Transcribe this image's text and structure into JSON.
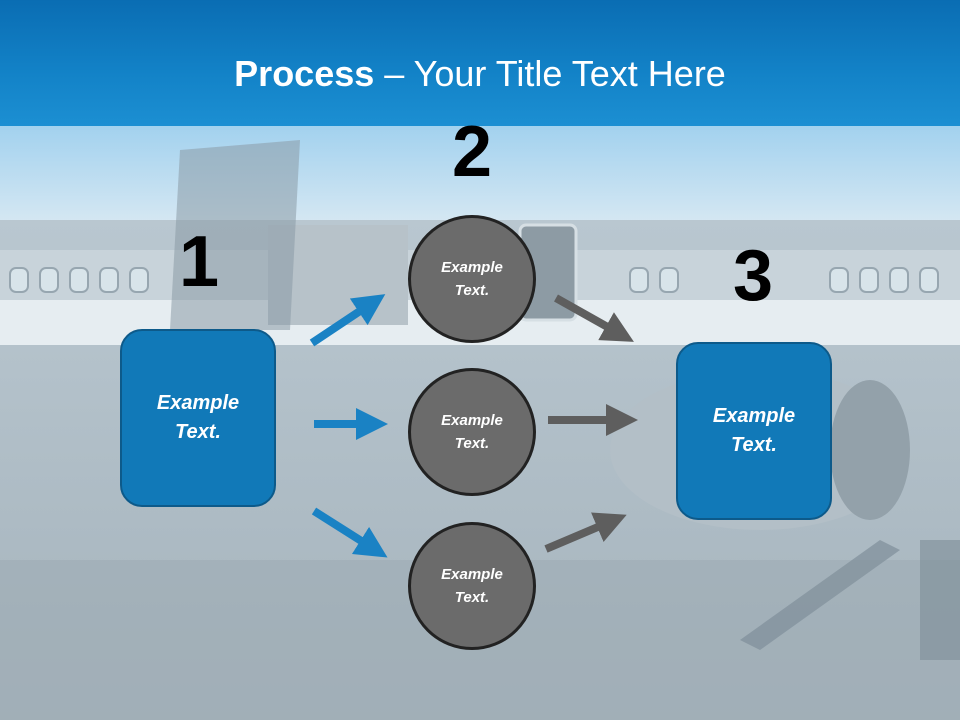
{
  "title": {
    "bold": "Process",
    "rest": " – Your Title Text Here"
  },
  "steps": [
    {
      "number": "1",
      "label": "Example Text."
    },
    {
      "number": "2",
      "label": "Example Text."
    },
    {
      "number": "3",
      "label": "Example Text."
    }
  ],
  "circles": [
    {
      "label": "Example Text."
    },
    {
      "label": "Example Text."
    },
    {
      "label": "Example Text."
    }
  ],
  "colors": {
    "title_band": "#1383c8",
    "box_fill": "#1179b8",
    "circle_fill": "#6b6b6b",
    "blue_arrow": "#1a82c4",
    "gray_arrow": "#5e5e5e"
  }
}
